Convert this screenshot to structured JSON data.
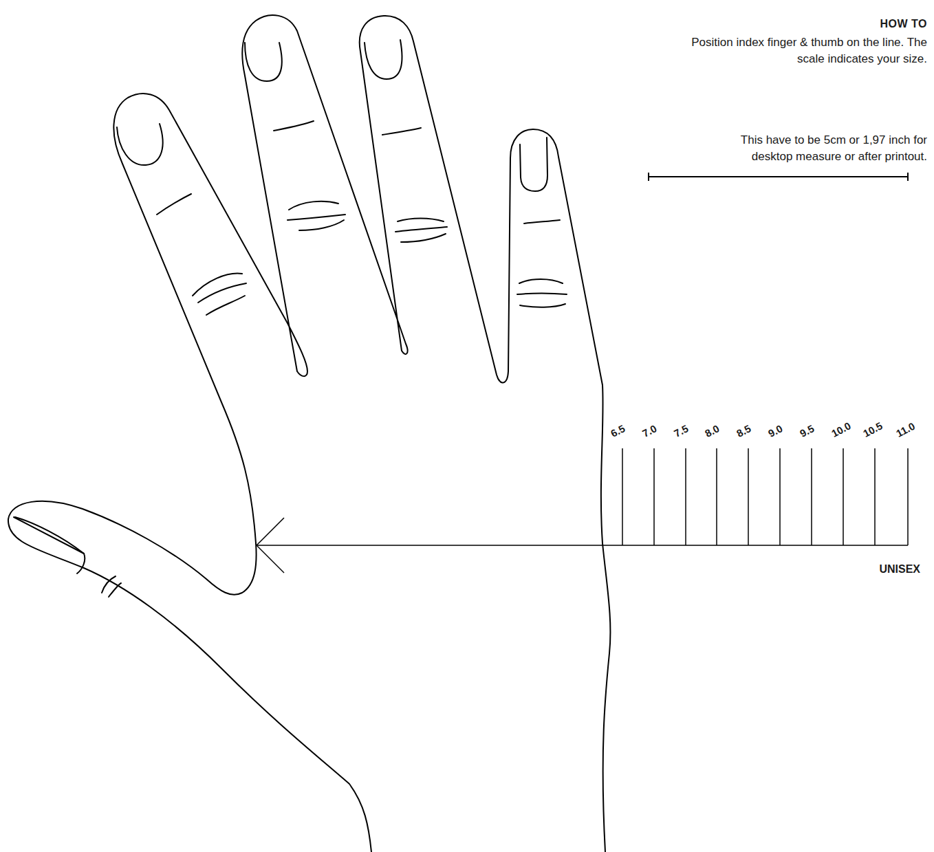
{
  "diagram": {
    "title": "HOW TO",
    "labels": [
      "Position index finger & thumb on the line. The scale indicates your size.",
      "This have to be 5cm or 1,97 inch for desktop measure or after printout.",
      "6.5",
      "7.0",
      "7.5",
      "8.0",
      "8.5",
      "9.0",
      "9.5",
      "10.0",
      "10.5",
      "11.0",
      "UNISEX"
    ]
  }
}
